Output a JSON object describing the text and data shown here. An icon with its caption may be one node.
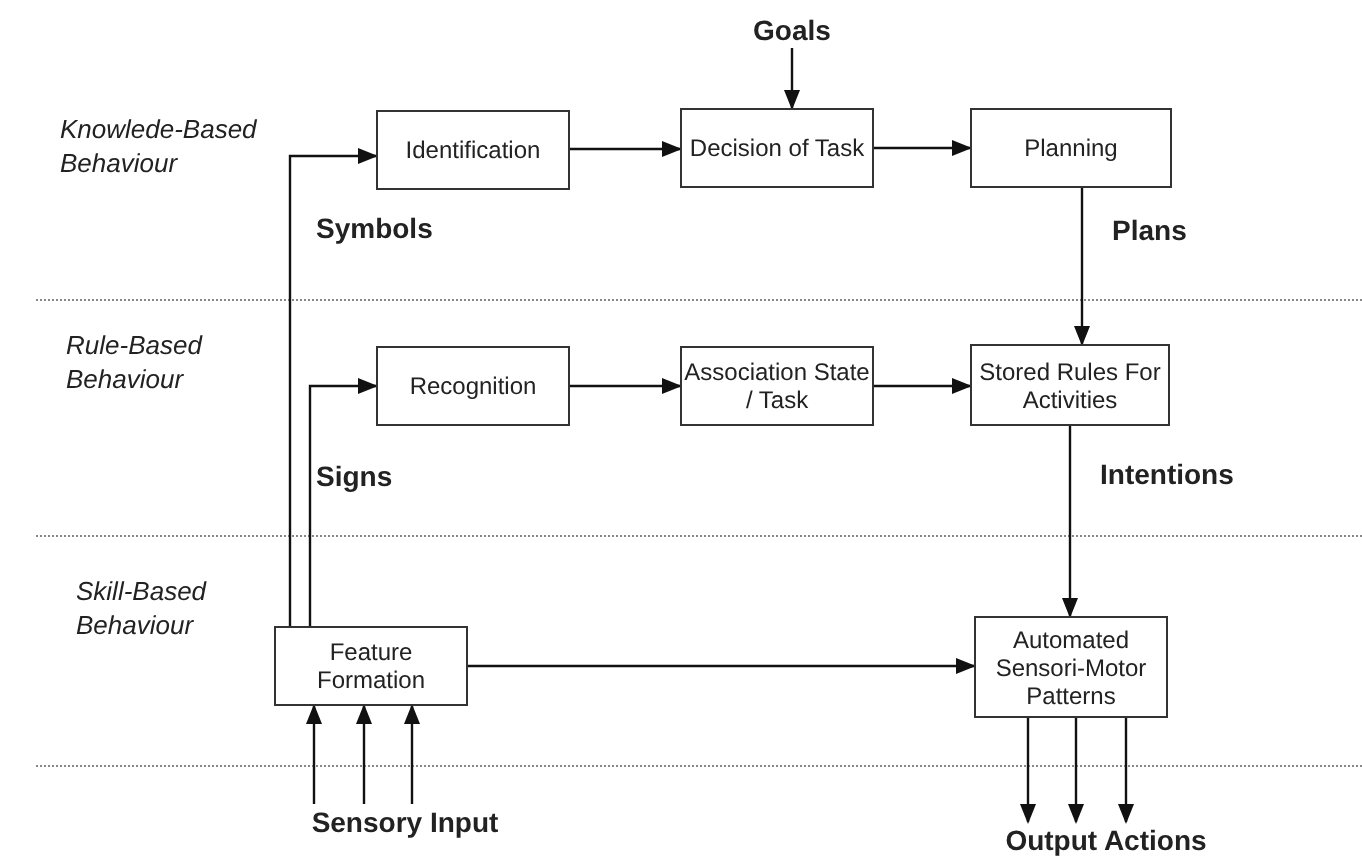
{
  "diagram": {
    "nodes": [
      {
        "text": [
          "Goals"
        ]
      },
      {
        "text": [
          "Identification"
        ]
      },
      {
        "text": [
          "Decision of Task"
        ]
      },
      {
        "text": [
          "Planning"
        ]
      },
      {
        "text": [
          "Recognition"
        ]
      },
      {
        "text": [
          "Association State / Task"
        ]
      },
      {
        "text": [
          "Stored Rules For Activities"
        ]
      },
      {
        "text": [
          "Feature Formation"
        ]
      },
      {
        "text": [
          "Automated Sensori-Motor Patterns"
        ]
      },
      {
        "text": [
          "Sensory Input"
        ]
      },
      {
        "text": [
          "Output Actions"
        ]
      }
    ],
    "edges": [
      {
        "from": 0,
        "to": 2,
        "arrow": "to"
      },
      {
        "from": 1,
        "to": 2,
        "arrow": "to"
      },
      {
        "from": 2,
        "to": 3,
        "arrow": "to"
      },
      {
        "from": 3,
        "to": 6,
        "arrow": "to"
      },
      {
        "from": 4,
        "to": 5,
        "arrow": "to"
      },
      {
        "from": 5,
        "to": 6,
        "arrow": "to"
      },
      {
        "from": 6,
        "to": 8,
        "arrow": "to"
      },
      {
        "from": 7,
        "to": 1,
        "arrow": "to"
      },
      {
        "from": 7,
        "to": 4,
        "arrow": "to"
      },
      {
        "from": 7,
        "to": 8,
        "arrow": "to"
      },
      {
        "from": 9,
        "to": 7,
        "arrow": "to"
      },
      {
        "from": 9,
        "to": 7,
        "arrow": "to"
      },
      {
        "from": 9,
        "to": 7,
        "arrow": "to"
      },
      {
        "from": 8,
        "to": 10,
        "arrow": "to"
      },
      {
        "from": 8,
        "to": 10,
        "arrow": "to"
      },
      {
        "from": 8,
        "to": 10,
        "arrow": "to"
      }
    ],
    "labels": [
      "Knowlede-Based Behaviour",
      "Symbols",
      "Plans",
      "Rule-Based Behaviour",
      "Signs",
      "Intentions",
      "Skill-Based Behaviour"
    ]
  }
}
